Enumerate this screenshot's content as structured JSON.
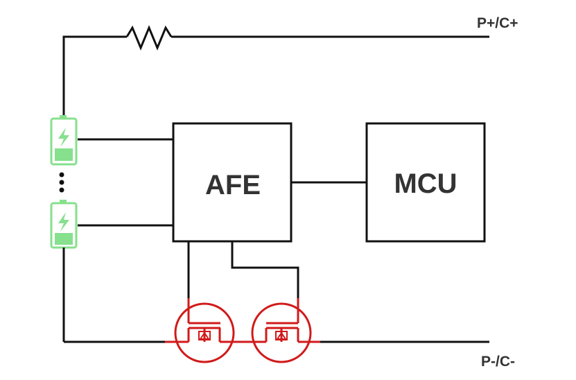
{
  "blocks": {
    "afe": "AFE",
    "mcu": "MCU"
  },
  "terminals": {
    "positive": "P+/C+",
    "negative": "P-/C-"
  },
  "colors": {
    "wire": "#111111",
    "battery": "#86e08d",
    "mosfet": "#d11a1a",
    "text": "#333333"
  },
  "icons": {
    "battery": "battery-charging-icon",
    "resistor": "resistor-symbol",
    "mosfet": "mosfet-symbol"
  }
}
